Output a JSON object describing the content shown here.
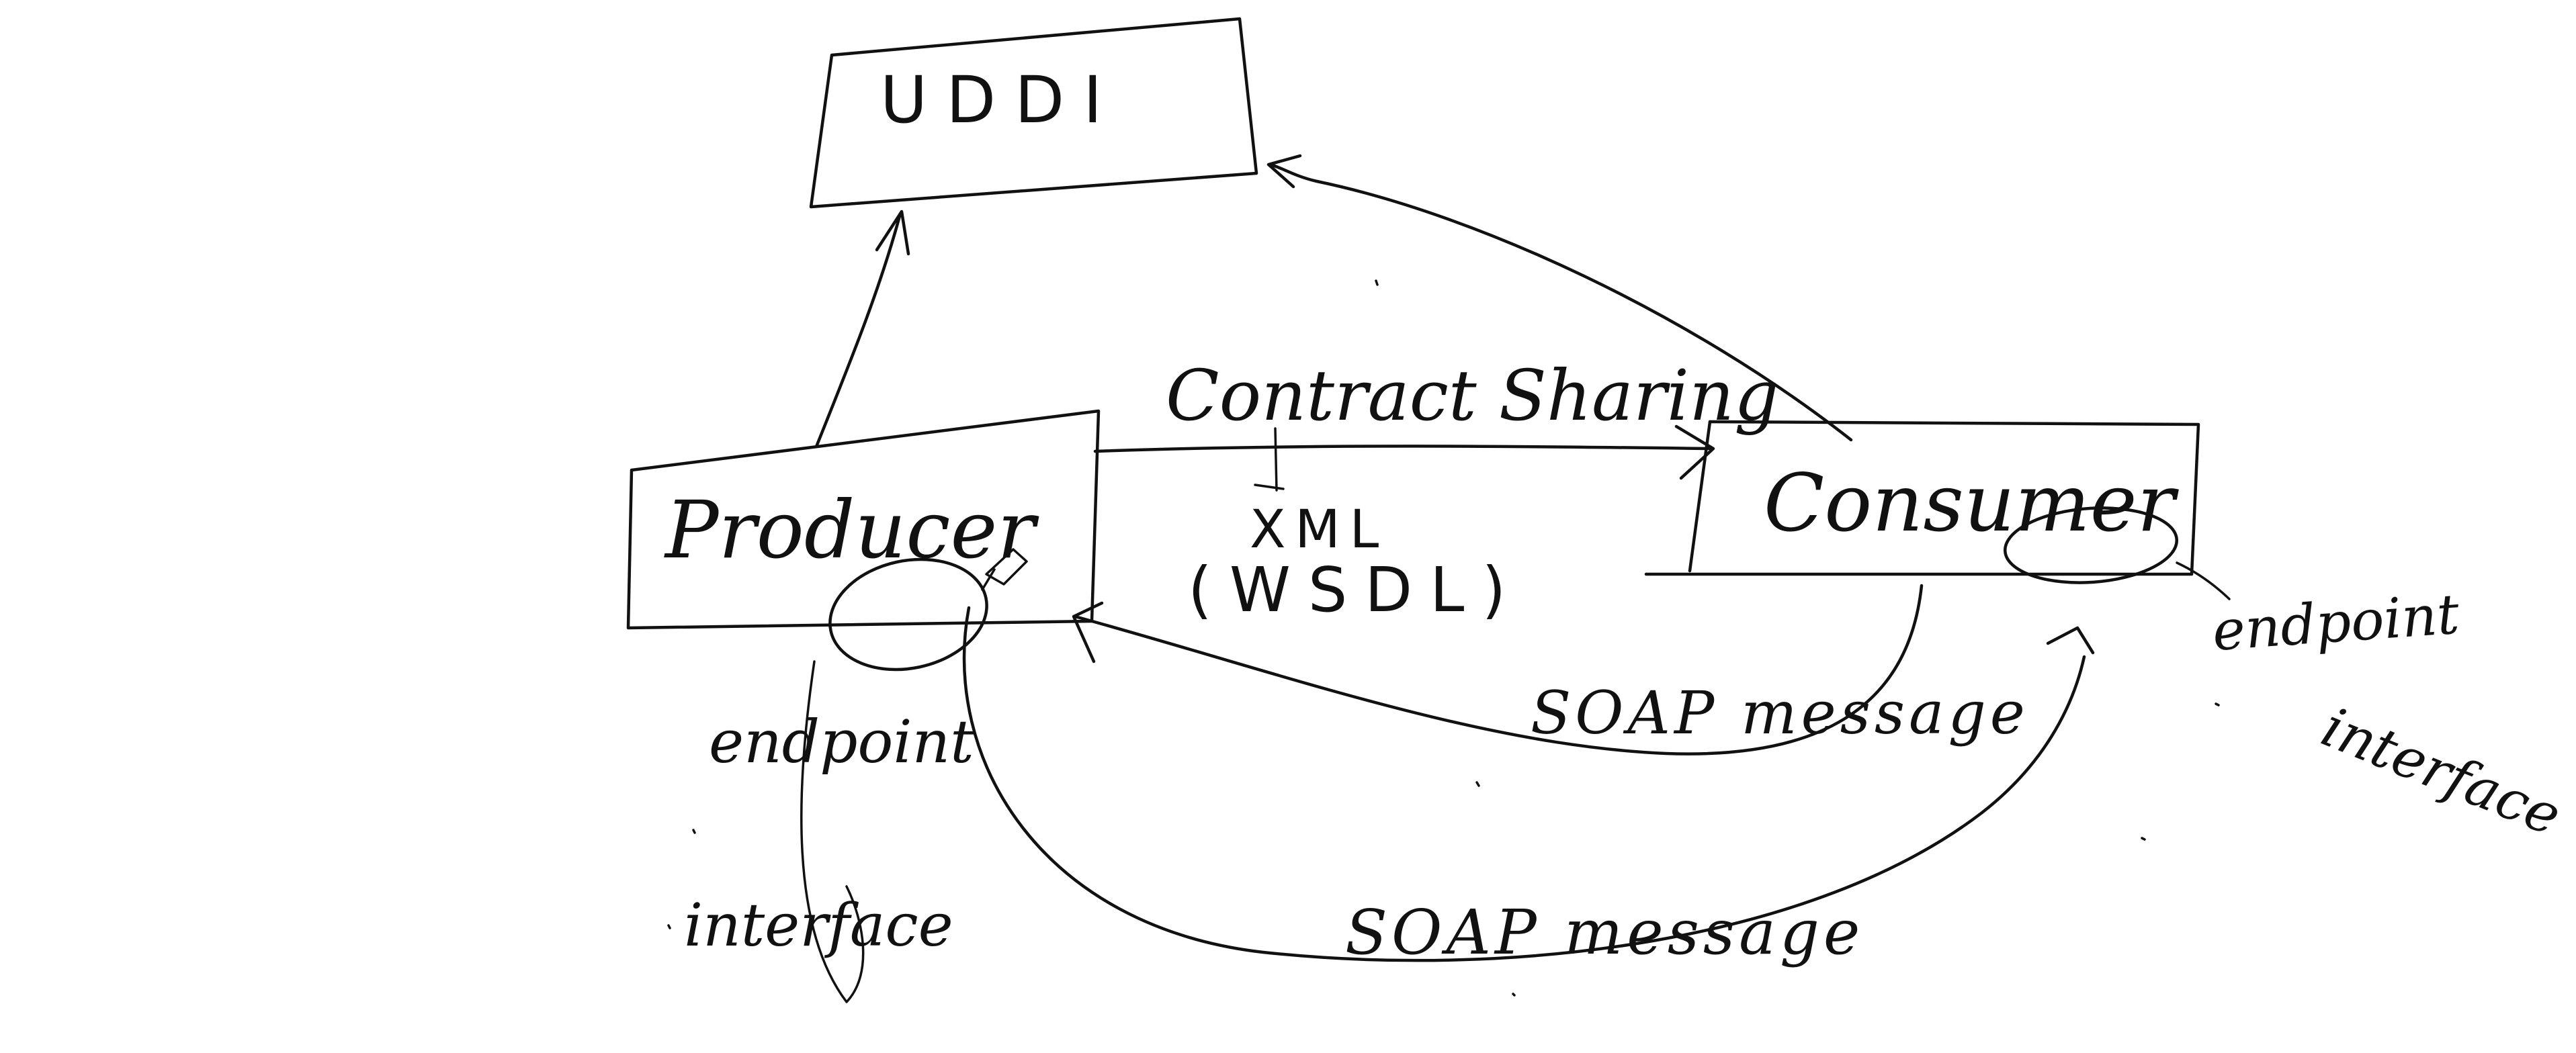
{
  "diagram": {
    "nodes": {
      "uddi": {
        "label": "UDDI"
      },
      "producer": {
        "label": "Producer"
      },
      "consumer": {
        "label": "Consumer"
      }
    },
    "edges": {
      "contract_label": "Contract Sharing",
      "xml_label": "XML",
      "wsdl_label": "(WSDL)",
      "soap_upper_label": "SOAP message",
      "soap_lower_label": "SOAP message"
    },
    "annotations": {
      "producer_endpoint": "endpoint",
      "producer_interface": "interface",
      "consumer_endpoint": "endpoint",
      "consumer_interface": "interface"
    }
  }
}
